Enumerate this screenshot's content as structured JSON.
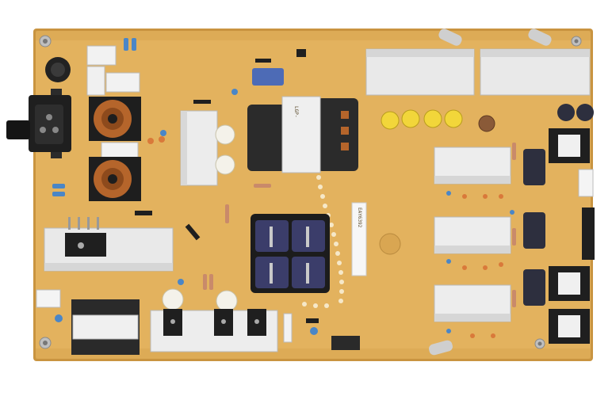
{
  "image": {
    "subject": "power-supply-circuit-board-photo"
  },
  "colors": {
    "background": "#ffffff",
    "pcb": "#e3b25e",
    "pcb_edge": "#c99440",
    "heatsink": "#e9e9e9",
    "transformer_core": "#2b2b2b",
    "capacitor_sleeve": "#3b3d6a",
    "yellow_cap": "#f2d63a",
    "copper_coil": "#b5652b",
    "trace_dot": "#f6e8c8"
  },
  "board_labels": {
    "transformer_marking": "LGP-",
    "sticker_code": "EAY6392"
  }
}
